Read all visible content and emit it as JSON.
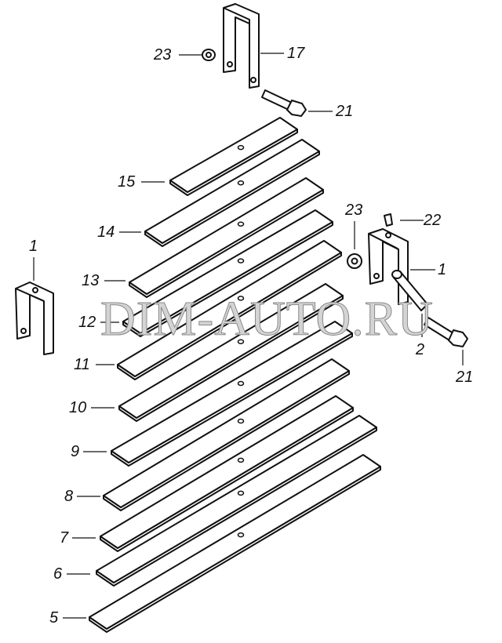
{
  "diagram": {
    "watermark": "DIM-AUTO.RU",
    "callouts": [
      {
        "id": "c23a",
        "text": "23"
      },
      {
        "id": "c17",
        "text": "17"
      },
      {
        "id": "c21a",
        "text": "21"
      },
      {
        "id": "c15",
        "text": "15"
      },
      {
        "id": "c14",
        "text": "14"
      },
      {
        "id": "c13",
        "text": "13"
      },
      {
        "id": "c12",
        "text": "12"
      },
      {
        "id": "c11",
        "text": "11"
      },
      {
        "id": "c10",
        "text": "10"
      },
      {
        "id": "c9",
        "text": "9"
      },
      {
        "id": "c8",
        "text": "8"
      },
      {
        "id": "c7",
        "text": "7"
      },
      {
        "id": "c6",
        "text": "6"
      },
      {
        "id": "c5",
        "text": "5"
      },
      {
        "id": "c23b",
        "text": "23"
      },
      {
        "id": "c22",
        "text": "22"
      },
      {
        "id": "c1a",
        "text": "1"
      },
      {
        "id": "c1b",
        "text": "1"
      },
      {
        "id": "c2",
        "text": "2"
      },
      {
        "id": "c21b",
        "text": "21"
      }
    ]
  }
}
